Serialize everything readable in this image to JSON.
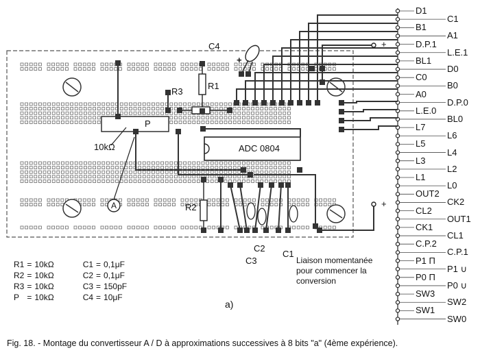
{
  "components": {
    "adc_label": "ADC 0804",
    "pot_label": "P",
    "pot_value": "10kΩ",
    "r1": "R1",
    "r2": "R2",
    "r3": "R3",
    "c1": "C1",
    "c2": "C2",
    "c3": "C3",
    "c4": "C4",
    "meter": "A",
    "plus_top": "+",
    "plus_bottom": "+",
    "cap_plus": "+"
  },
  "left_pins": [
    "D1",
    "B1",
    "D.P.1",
    "BL1",
    "C0",
    "A0",
    "L.E.0",
    "L7",
    "L5",
    "L3",
    "L1",
    "OUT2",
    "CL2",
    "CK1",
    "C.P.2",
    "P1 Π",
    "P0 Π",
    "SW3",
    "SW1"
  ],
  "right_pins": [
    "C1",
    "A1",
    "L.E.1",
    "D0",
    "B0",
    "D.P.0",
    "BL0",
    "L6",
    "L4",
    "L2",
    "L0",
    "CK2",
    "OUT1",
    "CL1",
    "C.P.1",
    "P1 ∪",
    "P0 ∪",
    "SW2",
    "SW0"
  ],
  "legend": {
    "rows": [
      {
        "name": "R1",
        "eq": "=",
        "val": "10kΩ",
        "cname": "C1",
        "ceq": "=",
        "cval": "0,1μF"
      },
      {
        "name": "R2",
        "eq": "=",
        "val": "10kΩ",
        "cname": "C2",
        "ceq": "=",
        "cval": "0,1μF"
      },
      {
        "name": "R3",
        "eq": "=",
        "val": "10kΩ",
        "cname": "C3",
        "ceq": "=",
        "cval": "150pF"
      },
      {
        "name": "P",
        "eq": "=",
        "val": "10kΩ",
        "cname": "C4",
        "ceq": "=",
        "cval": "10μF"
      }
    ]
  },
  "note": "Liaison momentanée pour commencer la conversion",
  "subfigure": "a)",
  "caption": "Fig. 18. - Montage du convertisseur A / D à approximations successives à 8 bits \"a\" (4ème expérience)."
}
